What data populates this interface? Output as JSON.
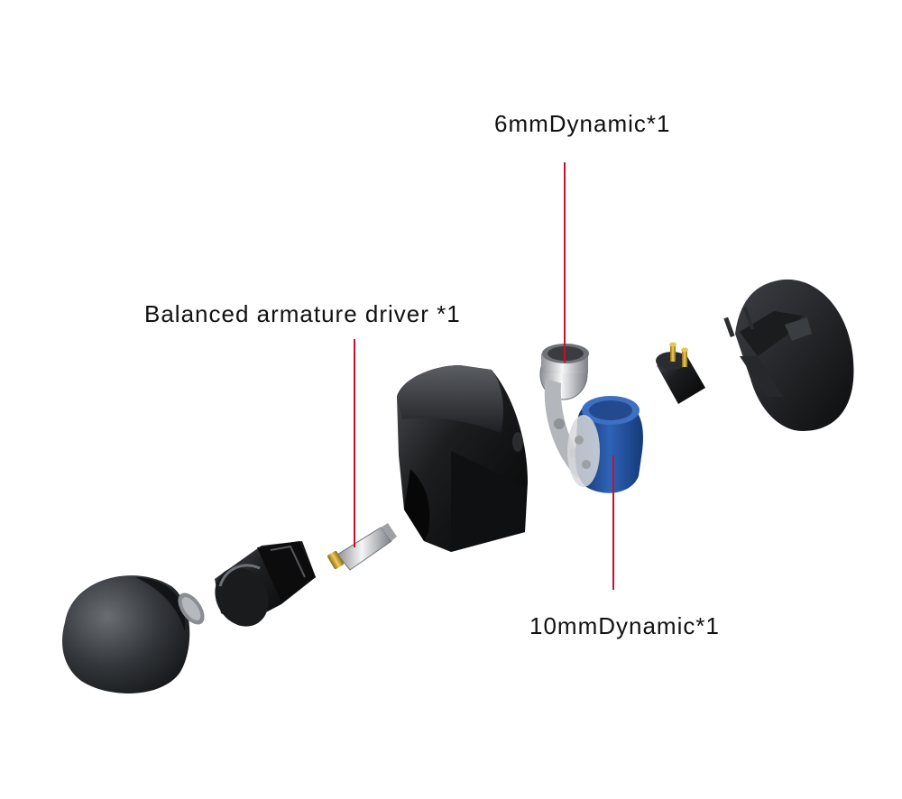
{
  "labels": {
    "dynamic_6mm": "6mmDynamic*1",
    "balanced_armature": "Balanced armature driver *1",
    "dynamic_10mm": "10mmDynamic*1"
  },
  "colors": {
    "leader_line": "#c8102e",
    "shell_black": "#141414",
    "driver_blue": "#1f4e9c",
    "metal": "#c9ccd0",
    "gold": "#c9a227"
  }
}
